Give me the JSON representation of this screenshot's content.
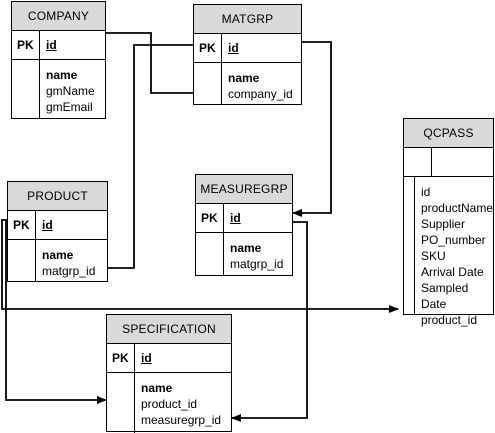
{
  "entities": {
    "company": {
      "title": "COMPANY",
      "pk_label": "PK",
      "pk_field": "id",
      "fields": [
        "name",
        "gmName",
        "gmEmail"
      ]
    },
    "matgrp": {
      "title": "MATGRP",
      "pk_label": "PK",
      "pk_field": "id",
      "fields": [
        "name",
        "company_id"
      ]
    },
    "product": {
      "title": "PRODUCT",
      "pk_label": "PK",
      "pk_field": "id",
      "fields": [
        "name",
        "matgrp_id"
      ]
    },
    "measuregrp": {
      "title": "MEASUREGRP",
      "pk_label": "PK",
      "pk_field": "id",
      "fields": [
        "name",
        "matgrp_id"
      ]
    },
    "specification": {
      "title": "SPECIFICATION",
      "pk_label": "PK",
      "pk_field": "id",
      "fields": [
        "name",
        "product_id",
        "measuregrp_id"
      ]
    },
    "qcpass": {
      "title": "QCPASS",
      "fields": [
        "id",
        "productName",
        "Supplier",
        "PO_number",
        "SKU",
        "Arrival Date",
        "Sampled Date",
        "product_id"
      ]
    }
  }
}
